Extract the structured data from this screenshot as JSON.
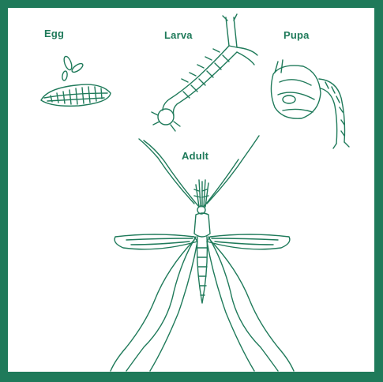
{
  "stages": {
    "egg": "Egg",
    "larva": "Larva",
    "pupa": "Pupa",
    "adult": "Adult"
  },
  "colors": {
    "frame": "#1f7a5a",
    "line": "#1f7a5a",
    "background": "#ffffff"
  }
}
